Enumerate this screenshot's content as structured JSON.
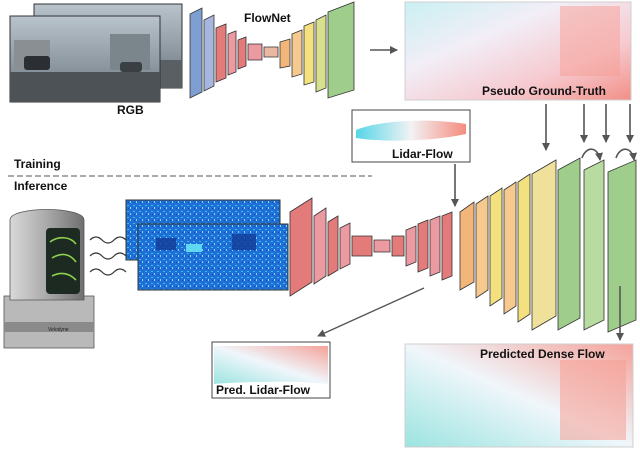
{
  "labels": {
    "flownet": "FlowNet",
    "rgb": "RGB",
    "pseudo_gt": "Pseudo Ground-Truth",
    "lidar_flow": "Lidar-Flow",
    "training": "Training",
    "inference": "Inference",
    "pred_lidar_flow": "Pred. Lidar-Flow",
    "predicted_dense_flow": "Predicted Dense Flow",
    "velodyne_logo": "Velodyne"
  },
  "colors": {
    "flownet_blue": "#7f9fd3",
    "layer_red": "#e37b7b",
    "layer_pink": "#ea9aa0",
    "layer_orange": "#f2b67a",
    "layer_yellow": "#f3e07e",
    "layer_green": "#9fcd8c",
    "arrow": "#555555",
    "lidar_map": "#1f6fd6"
  }
}
